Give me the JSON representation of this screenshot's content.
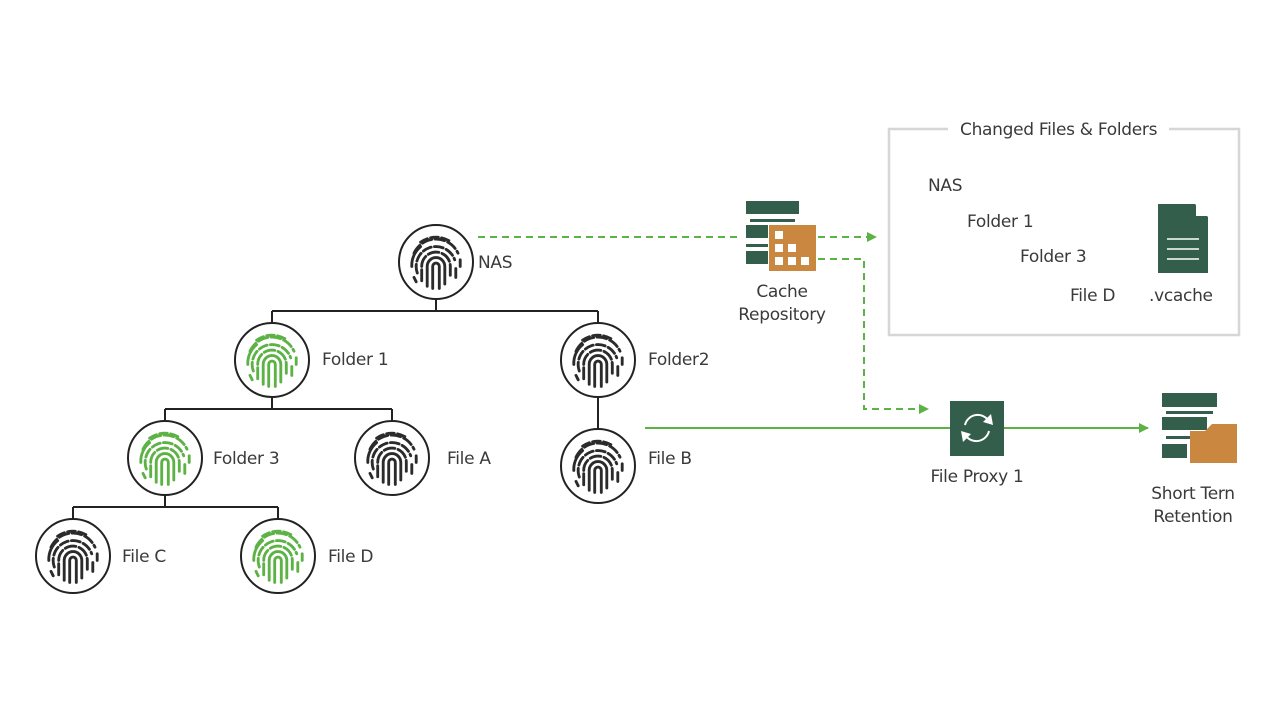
{
  "colors": {
    "accent_green": "#5DB246",
    "dark_green": "#325E4B",
    "orange": "#C9873F",
    "box_border": "#D6D6D6",
    "tree_line": "#222222"
  },
  "tree": {
    "nodes": [
      {
        "id": "nas",
        "label": "NAS",
        "changed": false,
        "icon": "fingerprint-icon"
      },
      {
        "id": "folder1",
        "label": "Folder 1",
        "changed": true,
        "icon": "fingerprint-icon"
      },
      {
        "id": "folder2",
        "label": "Folder2",
        "changed": false,
        "icon": "fingerprint-icon"
      },
      {
        "id": "folder3",
        "label": "Folder 3",
        "changed": true,
        "icon": "fingerprint-icon"
      },
      {
        "id": "filea",
        "label": "File A",
        "changed": false,
        "icon": "fingerprint-icon"
      },
      {
        "id": "fileb",
        "label": "File B",
        "changed": false,
        "icon": "fingerprint-icon"
      },
      {
        "id": "filec",
        "label": "File C",
        "changed": false,
        "icon": "fingerprint-icon"
      },
      {
        "id": "filed",
        "label": "File D",
        "changed": true,
        "icon": "fingerprint-icon"
      }
    ],
    "edges": [
      [
        "nas",
        "folder1"
      ],
      [
        "nas",
        "folder2"
      ],
      [
        "folder1",
        "folder3"
      ],
      [
        "folder1",
        "filea"
      ],
      [
        "folder2",
        "fileb"
      ],
      [
        "folder3",
        "filec"
      ],
      [
        "folder3",
        "filed"
      ]
    ]
  },
  "cache_repository": {
    "label_line1": "Cache",
    "label_line2": "Repository",
    "icon": "cache-repository-icon"
  },
  "changed_box": {
    "title": "Changed Files & Folders",
    "entries": [
      "NAS",
      "Folder 1",
      "Folder 3",
      "File D"
    ],
    "file_label": ".vcache",
    "file_icon": "document-icon"
  },
  "file_proxy": {
    "label": "File Proxy 1",
    "icon": "sync-icon"
  },
  "short_term": {
    "label_line1": "Short Tern",
    "label_line2": "Retention",
    "icon": "repository-folder-icon"
  },
  "flows": [
    {
      "from": "nas",
      "to": "cache_repository",
      "style": "dashed"
    },
    {
      "from": "cache_repository",
      "to": "changed_box",
      "style": "dashed"
    },
    {
      "from": "cache_repository",
      "to": "file_proxy",
      "style": "dashed"
    },
    {
      "from": "fileb",
      "to": "file_proxy",
      "style": "solid"
    },
    {
      "from": "file_proxy",
      "to": "short_term",
      "style": "solid"
    }
  ]
}
